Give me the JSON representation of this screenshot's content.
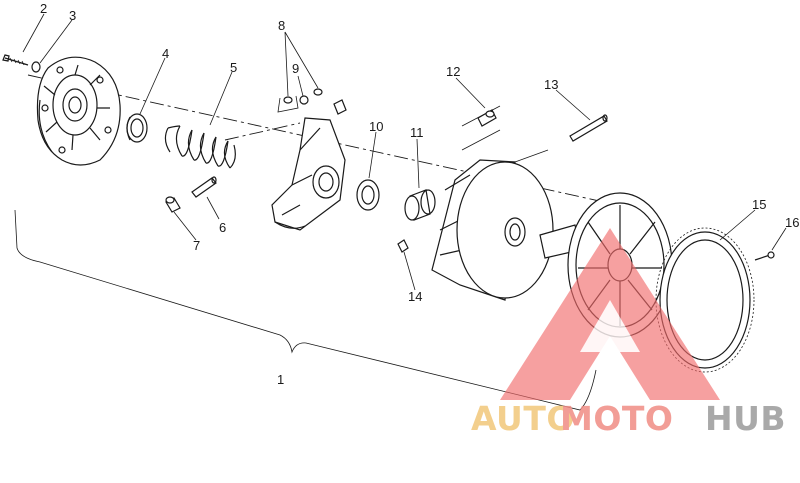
{
  "diagram": {
    "callouts": {
      "c1": "1",
      "c2": "2",
      "c3": "3",
      "c4": "4",
      "c5": "5",
      "c6": "6",
      "c7": "7",
      "c8": "8",
      "c9": "9",
      "c10": "10",
      "c11": "11",
      "c12": "12",
      "c13": "13",
      "c14": "14",
      "c15": "15",
      "c16": "16"
    }
  },
  "watermark": {
    "part1": "AUTO",
    "part2": "MOTO",
    "part3": "HUB",
    "colors": {
      "part1": "#f2c77a",
      "part2": "#f08c84",
      "part3": "#9b9b9b",
      "triangle": "#f26b6b"
    }
  }
}
